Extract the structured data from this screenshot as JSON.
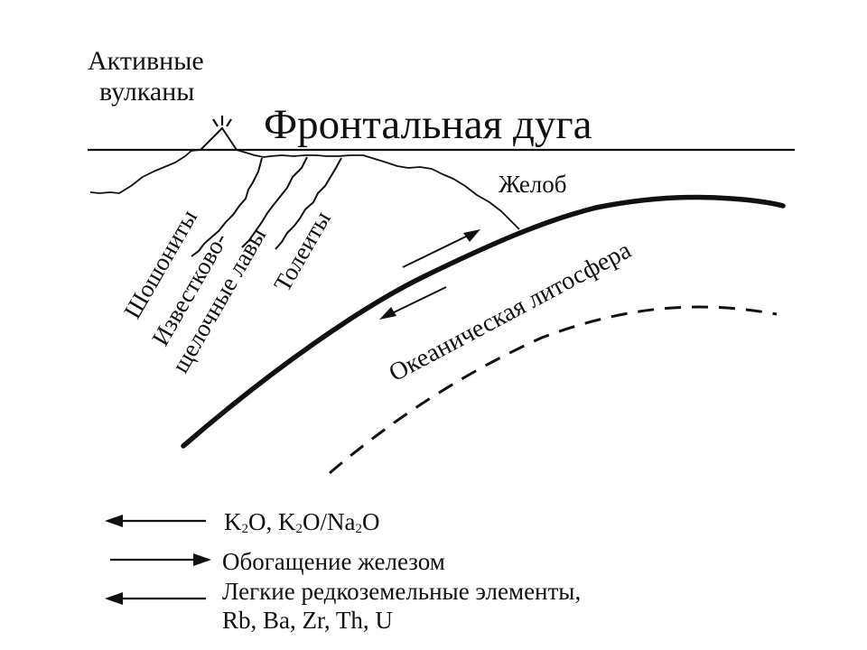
{
  "labels": {
    "active_volcanoes_1": "Активные",
    "active_volcanoes_2": "вулканы",
    "frontal_arc": "Фронтальная дуга",
    "trench": "Желоб",
    "oceanic_lithosphere": "Океаническая литосфера",
    "shoshonites": "Шошониты",
    "calc_alkaline_1": "Известково-",
    "calc_alkaline_2": "щелочные лавы",
    "tholeiites": "Толеиты"
  },
  "legend": {
    "item1_k": "K",
    "item1_sub1": "2",
    "item1_mid": "O, K",
    "item1_sub2": "2",
    "item1_mid2": "O/Na",
    "item1_sub3": "2",
    "item1_end": "O",
    "item2": "Обогащение железом",
    "item3_line1": "Легкие редкоземельные элементы,",
    "item3_line2": "Rb, Ba, Zr, Th, U"
  },
  "colors": {
    "ink": "#111111",
    "background": "#ffffff"
  }
}
